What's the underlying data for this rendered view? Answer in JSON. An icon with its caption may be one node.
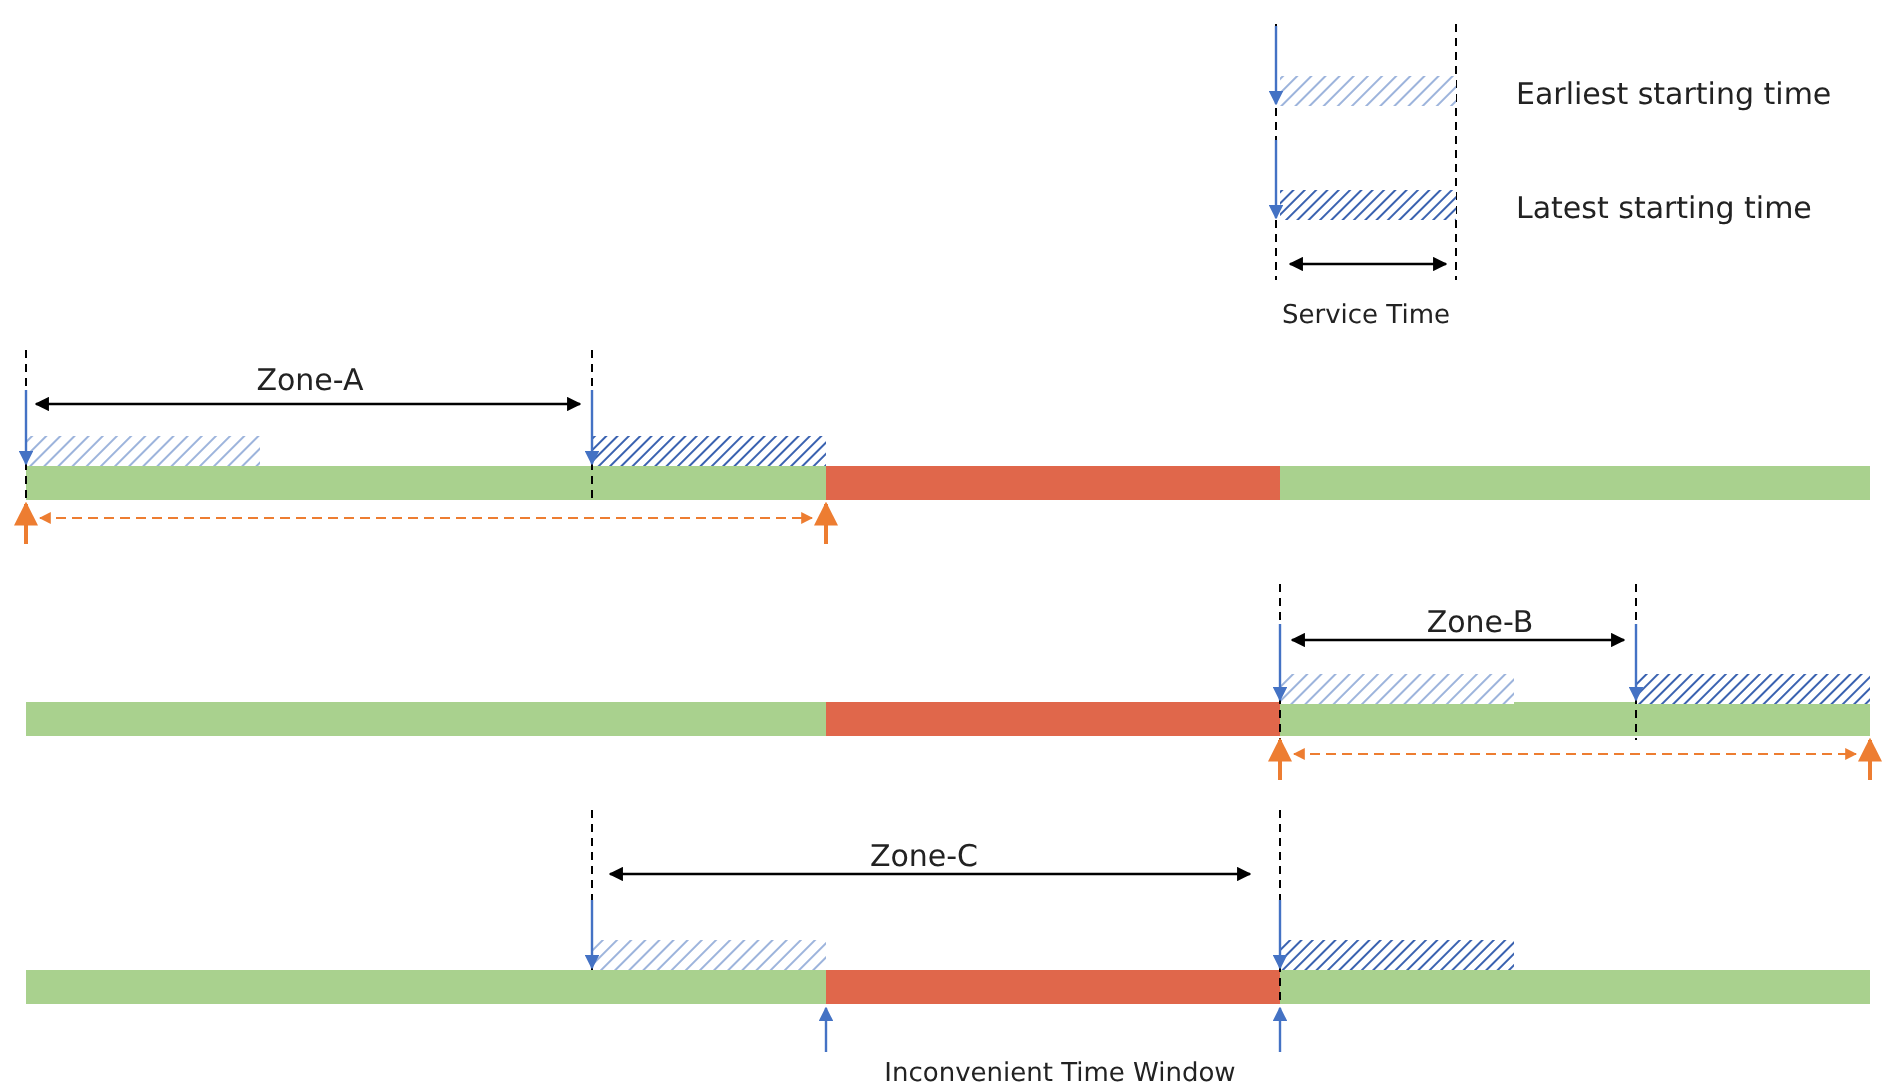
{
  "diagram": {
    "labels": [
      "Service Time",
      "Zone-A",
      "Zone-B",
      "Zone-C",
      "Inconvenient Time Window"
    ],
    "legend": [
      {
        "text": "Earliest starting time"
      },
      {
        "text": "Latest starting time"
      }
    ]
  }
}
